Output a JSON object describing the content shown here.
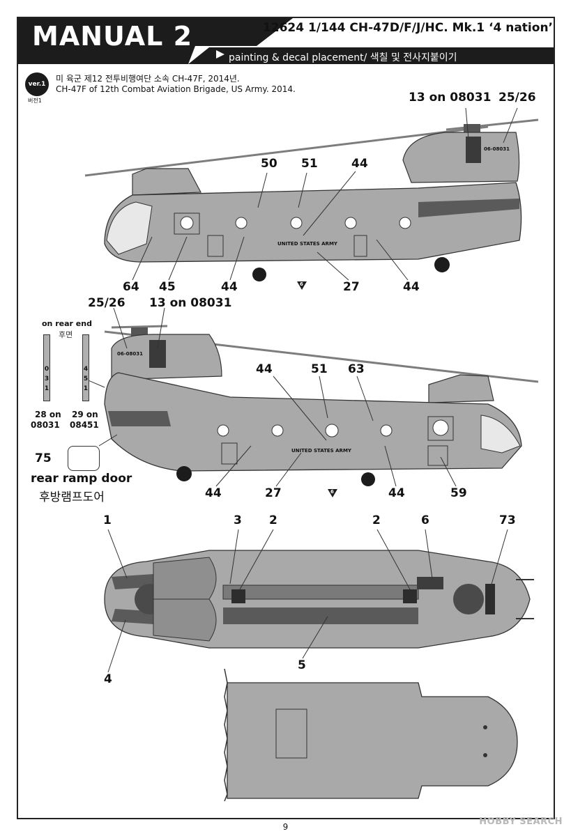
{
  "header": {
    "manual_title": "MANUAL 2",
    "kit_title": "12624 1/144 CH-47D/F/J/HC. Mk.1 ‘4 nation’",
    "subtitle": "painting & decal placement/ 색칠 및 전사지붙이기"
  },
  "version": {
    "badge": "ver.1",
    "badge_kor": "버전1",
    "title_kor": "미 육군 제12 전투비행여단 소속 CH-47F, 2014년.",
    "title_eng": "CH-47F of 12th Combat Aviation Brigade, US Army. 2014."
  },
  "side_view_1": {
    "top_labels": {
      "label_a": "13 on 08031",
      "label_b": "25/26",
      "n50": "50",
      "n51": "51",
      "n44": "44"
    },
    "bottom_labels": {
      "n64": "64",
      "n45": "45",
      "n44a": "44",
      "n27": "27",
      "n44b": "44"
    },
    "fuselage_text": "UNITED STATES ARMY",
    "tail_code": "06-08031",
    "marker": "6"
  },
  "side_view_2": {
    "top_labels": {
      "label_a": "25/26",
      "label_b": "13 on 08031",
      "n44": "44",
      "n51": "51",
      "n63": "63"
    },
    "bottom_labels": {
      "n44a": "44",
      "n27": "27",
      "n44b": "44",
      "n59": "59"
    },
    "fuselage_text": "UNITED STATES ARMY",
    "tail_code": "06-08031",
    "marker": "6"
  },
  "rear_end": {
    "label": "on rear end",
    "label_kor": "후면",
    "strip_a_digits": "031",
    "strip_b_digits": "451",
    "strip_a_caption_1": "28 on",
    "strip_a_caption_2": "08031",
    "strip_b_caption_1": "29 on",
    "strip_b_caption_2": "08451"
  },
  "ramp": {
    "number": "75",
    "label": "rear ramp door",
    "label_kor": "후방램프도어"
  },
  "top_view": {
    "labels": {
      "n1": "1",
      "n3": "3",
      "n2a": "2",
      "n2b": "2",
      "n6": "6",
      "n73": "73",
      "n4": "4",
      "n5": "5"
    }
  },
  "footer": {
    "page_number": "9",
    "watermark": "HOBBY SEARCH"
  },
  "colors": {
    "fuselage_gray": "#a9a9a9",
    "dark_gray": "#5a5a5a",
    "header_black": "#1c1c1c",
    "rotor_gray": "#8a8a8a"
  }
}
